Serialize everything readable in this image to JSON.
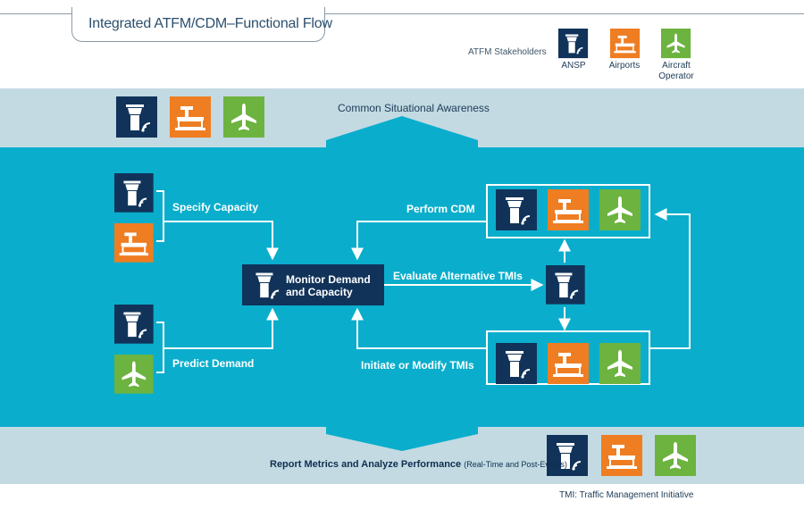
{
  "title": "Integrated ATFM/CDM–Functional Flow",
  "legend": {
    "heading": "ATFM Stakeholders",
    "items": [
      {
        "label": "ANSP",
        "color": "#11335a",
        "icon": "control-tower-icon"
      },
      {
        "label": "Airports",
        "color": "#ef7d22",
        "icon": "airport-terminal-icon"
      },
      {
        "label": "Aircraft Operator",
        "color": "#6db33f",
        "icon": "airplane-icon"
      }
    ]
  },
  "bands": {
    "top": "Common Situational Awareness",
    "bottom_main": "Report Metrics and Analyze Performance",
    "bottom_sub": "(Real-Time and Post-Events)"
  },
  "nodes": {
    "monitor": "Monitor Demand and Capacity"
  },
  "flows": {
    "specify_capacity": "Specify Capacity",
    "predict_demand": "Predict Demand",
    "evaluate_tmis": "Evaluate Alternative TMIs",
    "perform_cdm": "Perform CDM",
    "initiate_tmis": "Initiate or Modify TMIs"
  },
  "footnote": "TMI: Traffic Management Initiative",
  "colors": {
    "ansp": "#11335a",
    "airport": "#ef7d22",
    "aircraft": "#6db33f",
    "band_light": "#c3dae3",
    "band_main": "#0aaecc"
  }
}
